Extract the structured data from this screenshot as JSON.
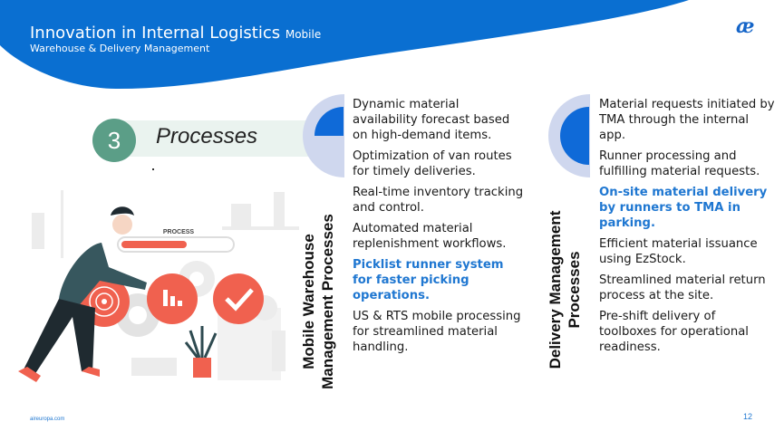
{
  "header": {
    "title": "Innovation in Internal Logistics",
    "title_suffix": "Mobile",
    "subtitle": "Warehouse & Delivery Management",
    "logo_text": "æ"
  },
  "step": {
    "number": "3",
    "label": "Processes"
  },
  "illustration": {
    "progress_label": "PROCESS",
    "progress_fraction": 0.6
  },
  "sections": [
    {
      "title_line1": "Mobile Warehouse",
      "title_line2": "Management Processes",
      "items": [
        {
          "text": "Dynamic material availability forecast based on high-demand items.",
          "highlight": false
        },
        {
          "text": "Optimization of van routes for timely deliveries.",
          "highlight": false
        },
        {
          "text": "Real-time inventory tracking and control.",
          "highlight": false
        },
        {
          "text": "Automated material replenishment workflows.",
          "highlight": false
        },
        {
          "text": "Picklist runner system for faster picking operations.",
          "highlight": true
        },
        {
          "text": "US & RTS mobile processing for streamlined material handling.",
          "highlight": false
        }
      ]
    },
    {
      "title_line1": "Delivery Management",
      "title_line2": "Processes",
      "items": [
        {
          "text": "Material requests initiated by TMA through the internal app.",
          "highlight": false
        },
        {
          "text": "Runner processing and fulfilling material requests.",
          "highlight": false
        },
        {
          "text": "On-site material delivery by runners to TMA in parking.",
          "highlight": true
        },
        {
          "text": "Efficient material issuance using EzStock.",
          "highlight": false
        },
        {
          "text": "Streamlined material return process at the site.",
          "highlight": false
        },
        {
          "text": "Pre-shift delivery of toolboxes for operational readiness.",
          "highlight": false
        }
      ]
    }
  ],
  "footer": {
    "url": "aireuropa.com",
    "page_number": "12"
  },
  "colors": {
    "brand_blue": "#0a6fd1",
    "highlight_blue": "#1f77d1",
    "step_green": "#5b9e87",
    "accent_coral": "#f0614f"
  }
}
